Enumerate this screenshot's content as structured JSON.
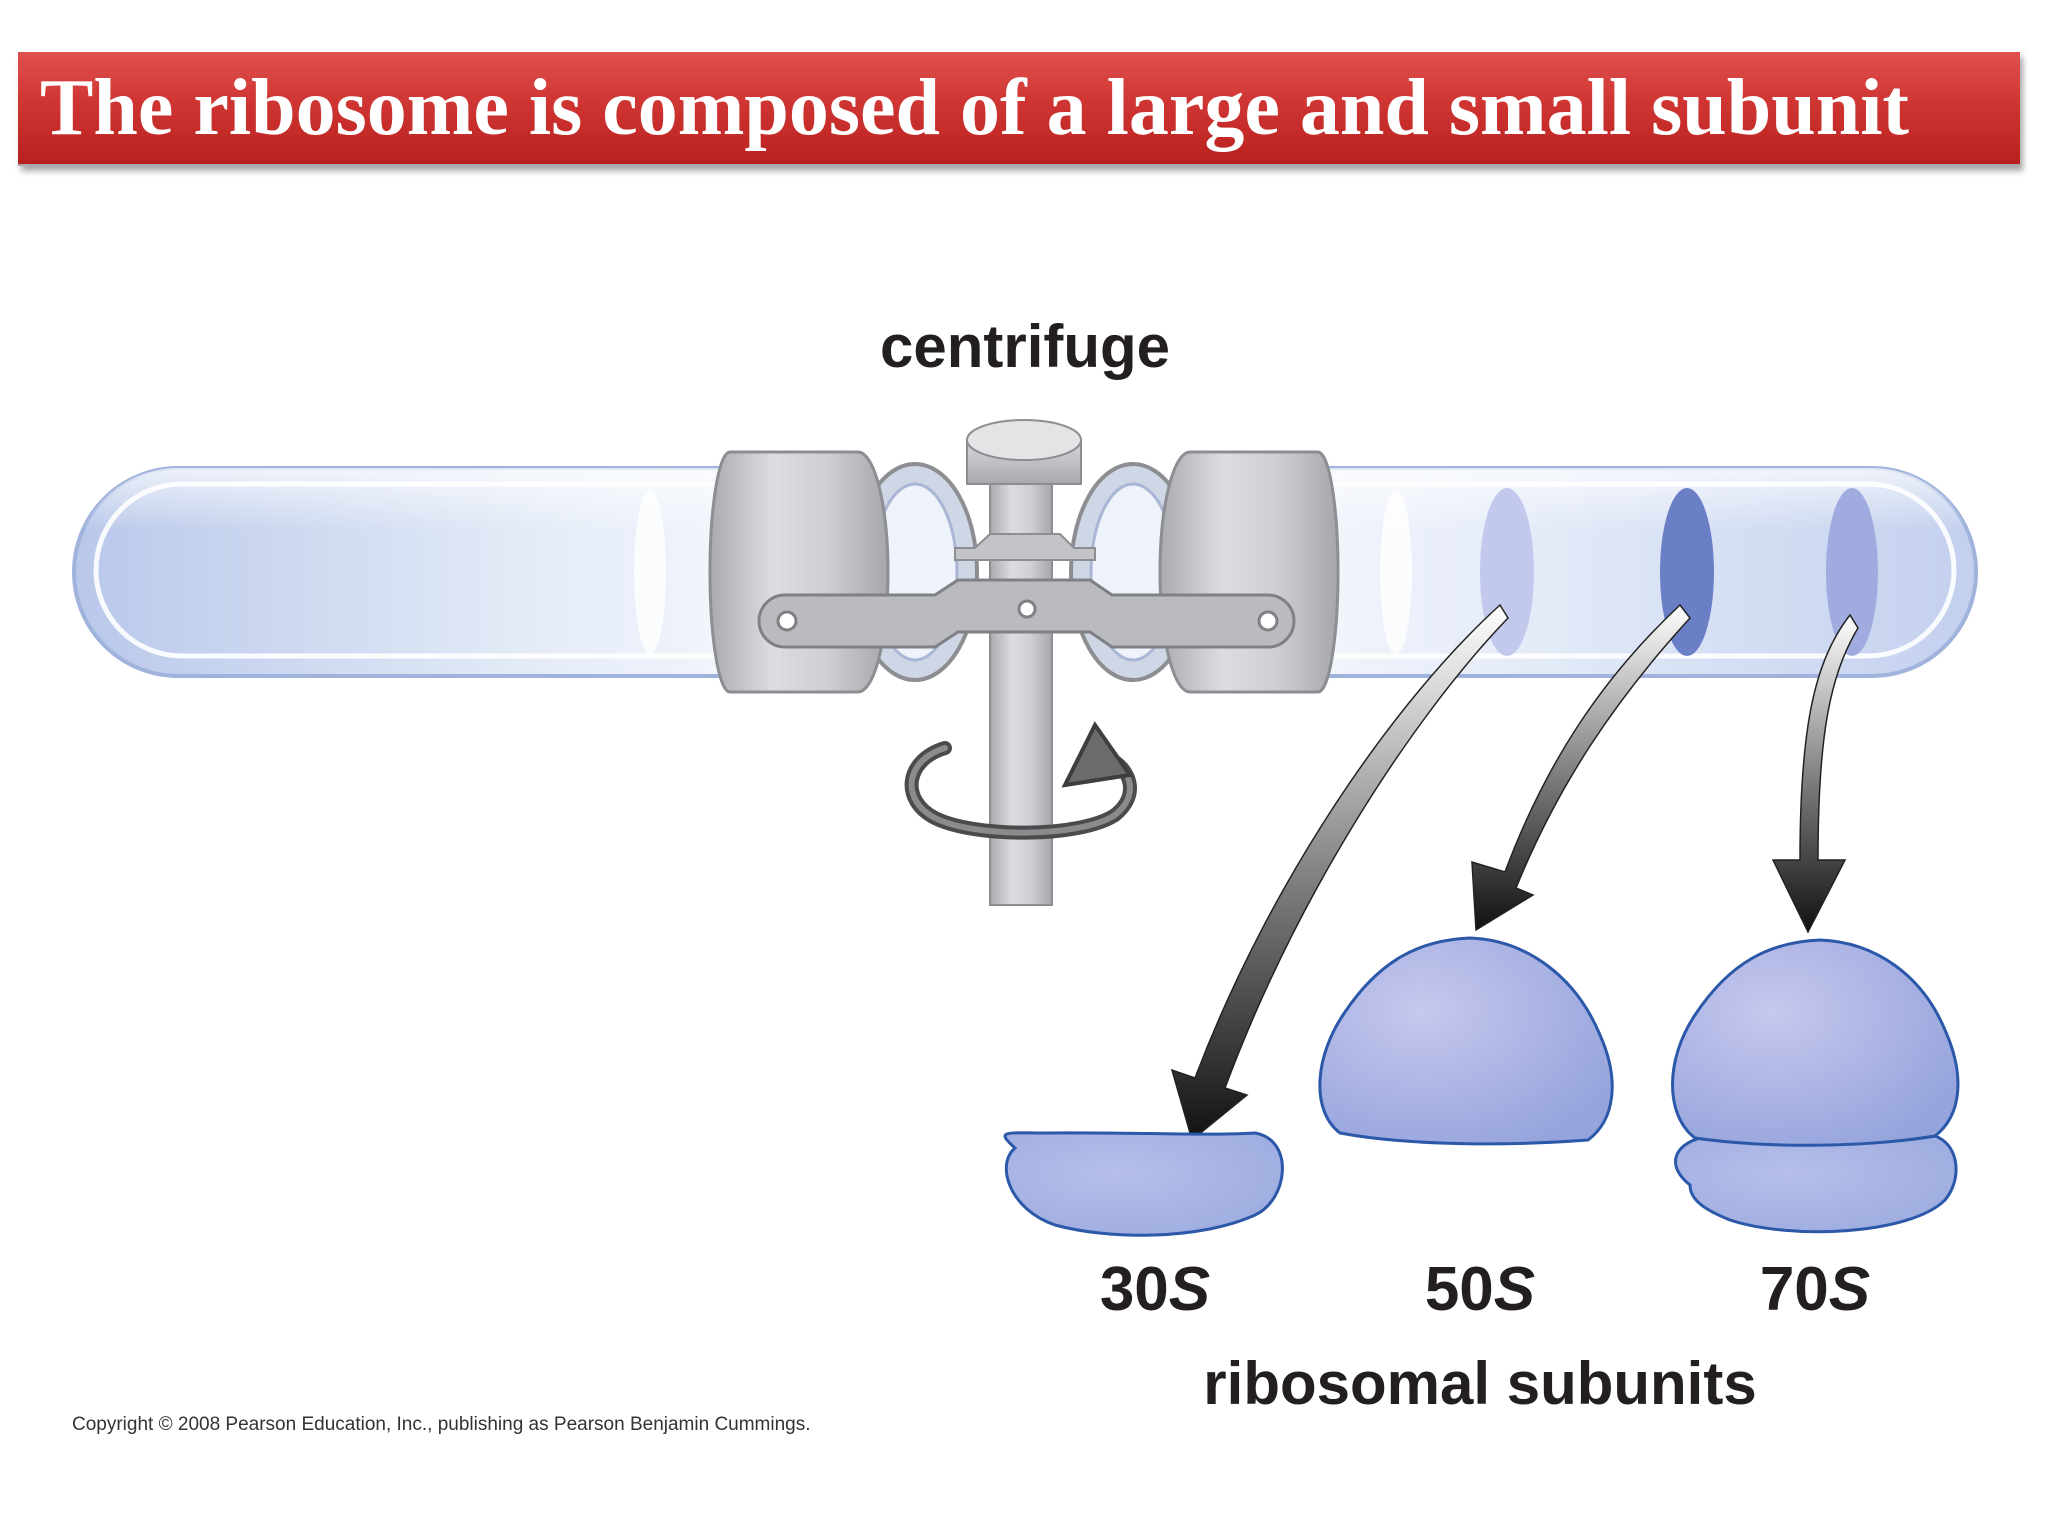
{
  "slide": {
    "title": "The ribosome is composed of a large and small subunit"
  },
  "diagram": {
    "centrifuge_label": "centrifuge",
    "subunits": [
      {
        "label_num": "30",
        "label_unit": "S"
      },
      {
        "label_num": "50",
        "label_unit": "S"
      },
      {
        "label_num": "70",
        "label_unit": "S"
      }
    ],
    "group_label": "ribosomal subunits",
    "copyright": "Copyright © 2008 Pearson Education, Inc., publishing as Pearson Benjamin Cummings."
  },
  "colors": {
    "banner_red": "#cf3532",
    "subunit_blue": "#a3aee0",
    "band_dark": "#6b7fc6",
    "tube_blue": "#c9d6ee",
    "label_black": "#231f20"
  }
}
